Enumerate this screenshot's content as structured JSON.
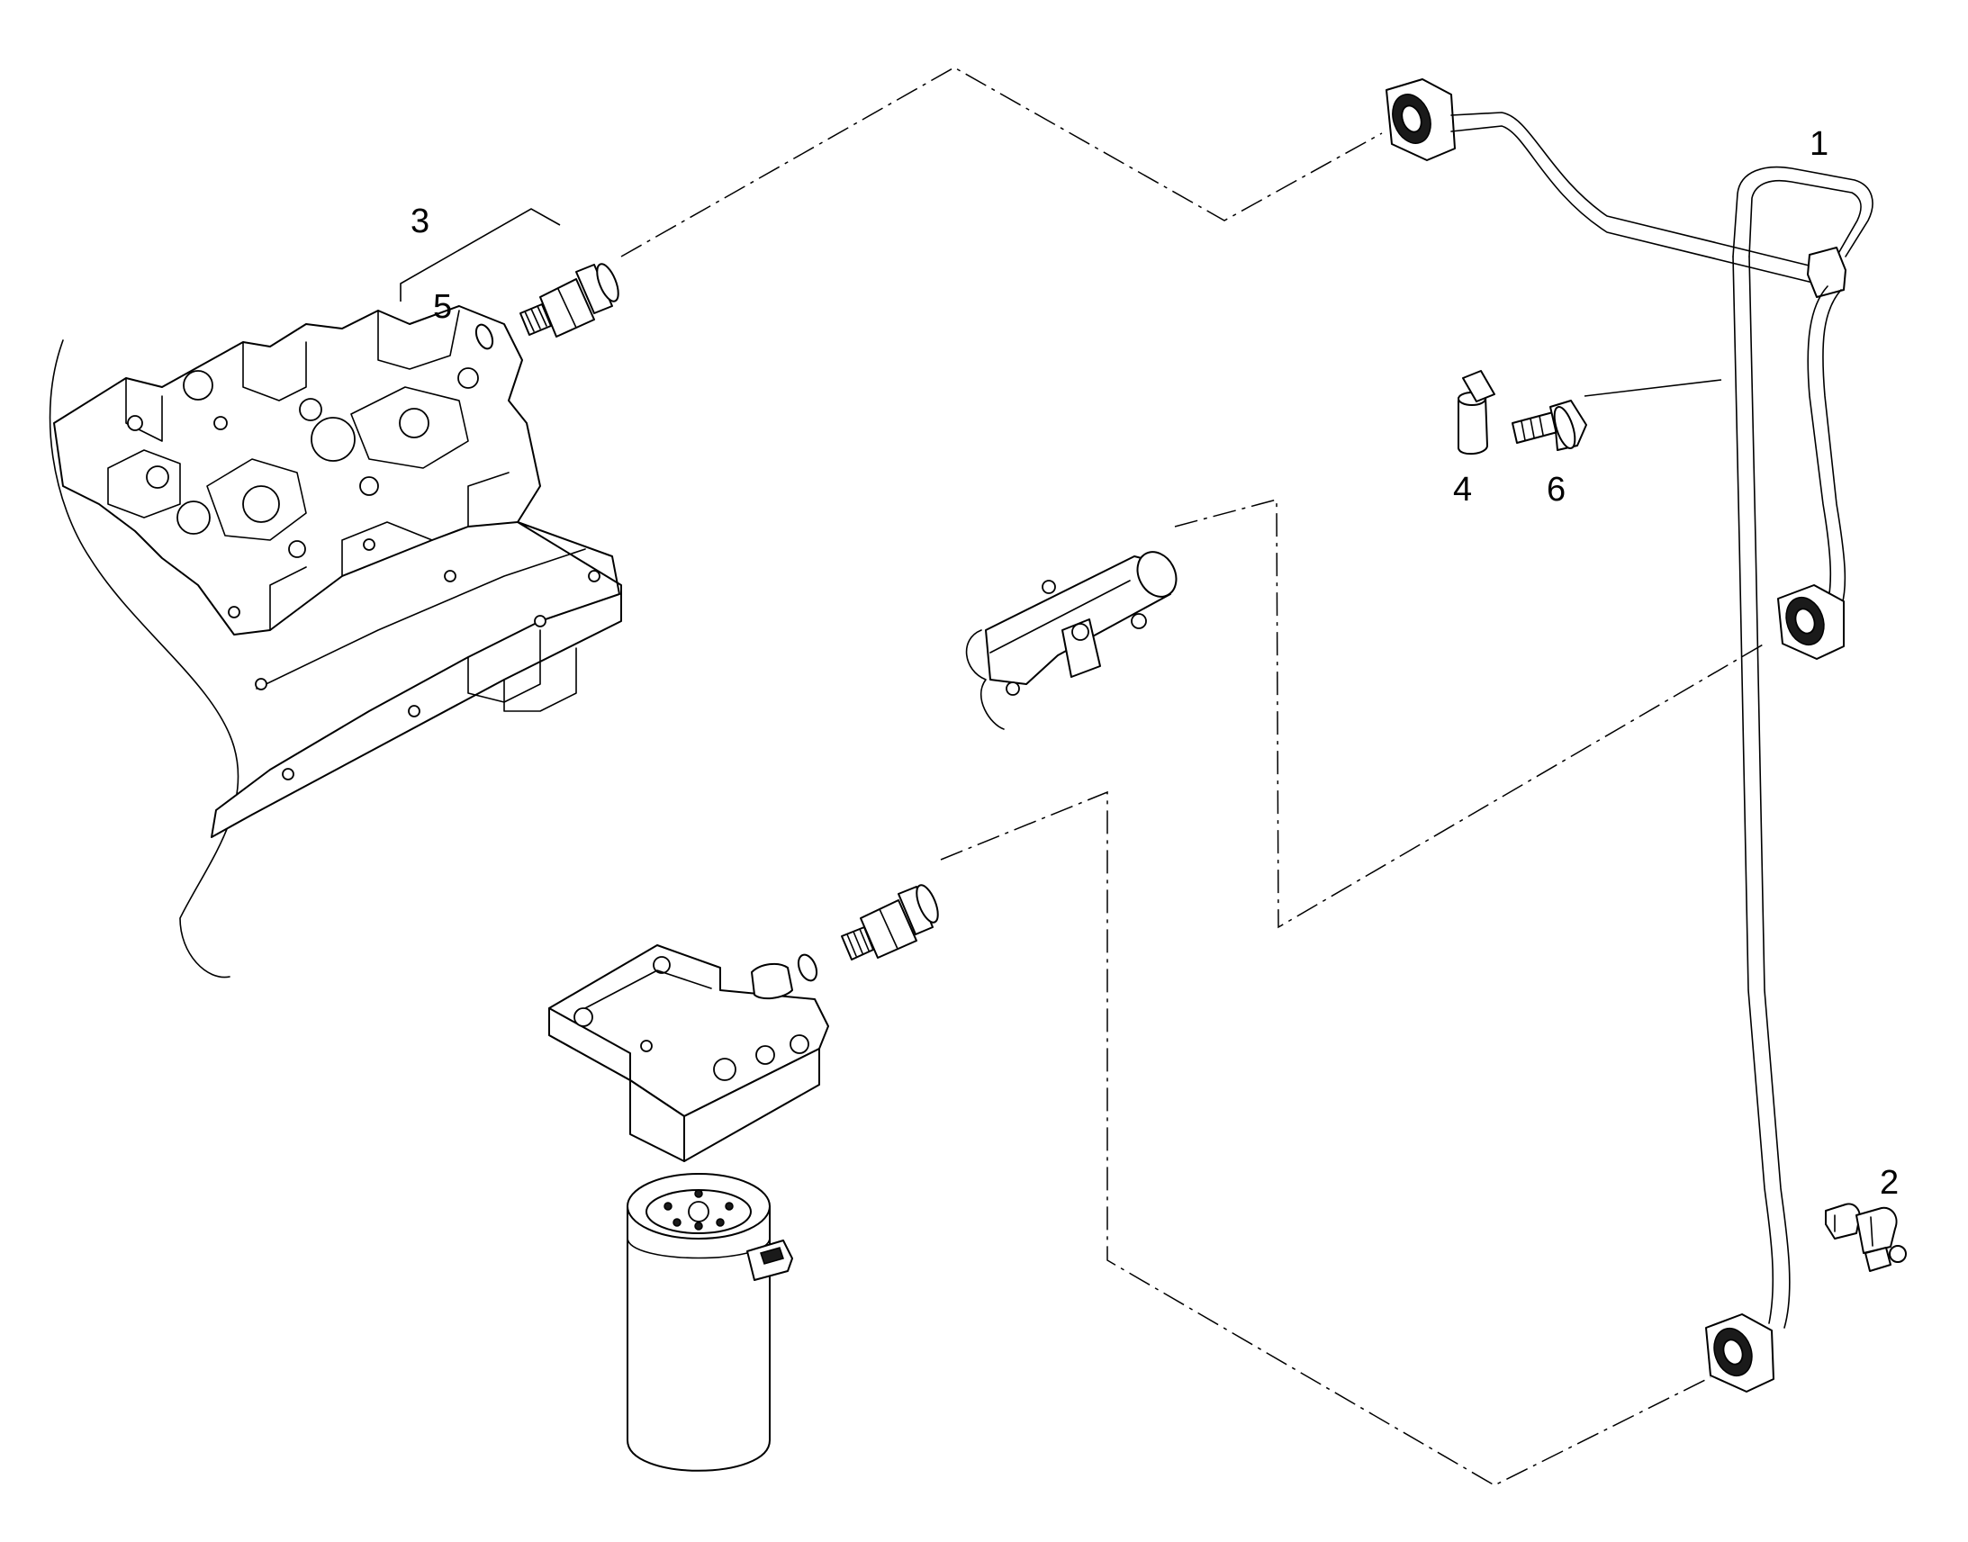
{
  "diagram": {
    "callouts": [
      {
        "id": "callout-1",
        "label": "1"
      },
      {
        "id": "callout-2",
        "label": "2"
      },
      {
        "id": "callout-3",
        "label": "3"
      },
      {
        "id": "callout-4",
        "label": "4"
      },
      {
        "id": "callout-5",
        "label": "5"
      },
      {
        "id": "callout-6",
        "label": "6"
      }
    ],
    "colors": {
      "line": "#000000",
      "background": "#ffffff"
    }
  }
}
